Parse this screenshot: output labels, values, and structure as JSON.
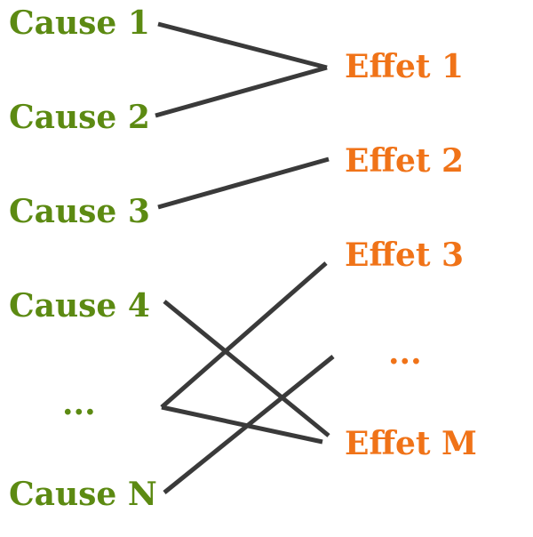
{
  "colors": {
    "cause": "#5c8a12",
    "effect": "#f07318",
    "connector": "#3a3a3a"
  },
  "causes": [
    "Cause 1",
    "Cause 2",
    "Cause 3",
    "Cause 4",
    "...",
    "Cause N"
  ],
  "effects": [
    "Effet 1",
    "Effet 2",
    "Effet 3",
    "...",
    "Effet M"
  ],
  "links": [
    {
      "from": "Cause 1",
      "to": "Effet 1"
    },
    {
      "from": "Cause 2",
      "to": "Effet 1"
    },
    {
      "from": "Cause 3",
      "to": "Effet 2"
    },
    {
      "from": "Cause 4",
      "to": "Effet M"
    },
    {
      "from": "...",
      "to": "Effet 3"
    },
    {
      "from": "...",
      "to": "Effet M"
    },
    {
      "from": "Cause N",
      "to": "..."
    }
  ]
}
